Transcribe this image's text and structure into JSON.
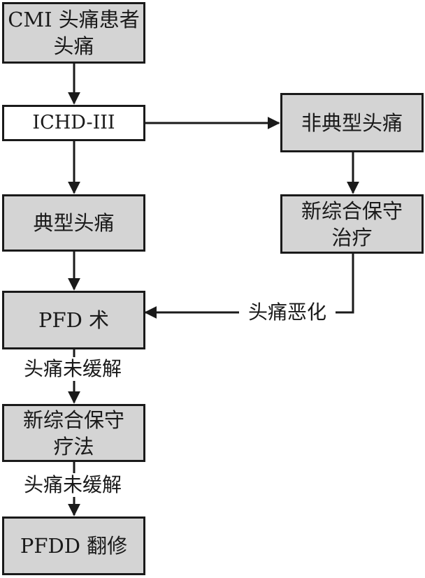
{
  "nodes": {
    "cmi_patients": "CMI 头痛患者\n头痛",
    "ichd": "ICHD-III",
    "atypical": "非典型头痛",
    "new_conservative_treatment": "新综合保守\n治疗",
    "typical": "典型头痛",
    "pfd": "PFD 术",
    "new_conservative_therapy": "新综合保守\n疗法",
    "pfdd": "PFDD 翻修"
  },
  "edge_labels": {
    "worsening": "头痛恶化",
    "unrelieved_1": "头痛未缓解",
    "unrelieved_2": "头痛未缓解"
  },
  "colors": {
    "box_fill": "#d4d4d4",
    "box_fill_white": "#ffffff",
    "stroke": "#1a1a1a"
  }
}
